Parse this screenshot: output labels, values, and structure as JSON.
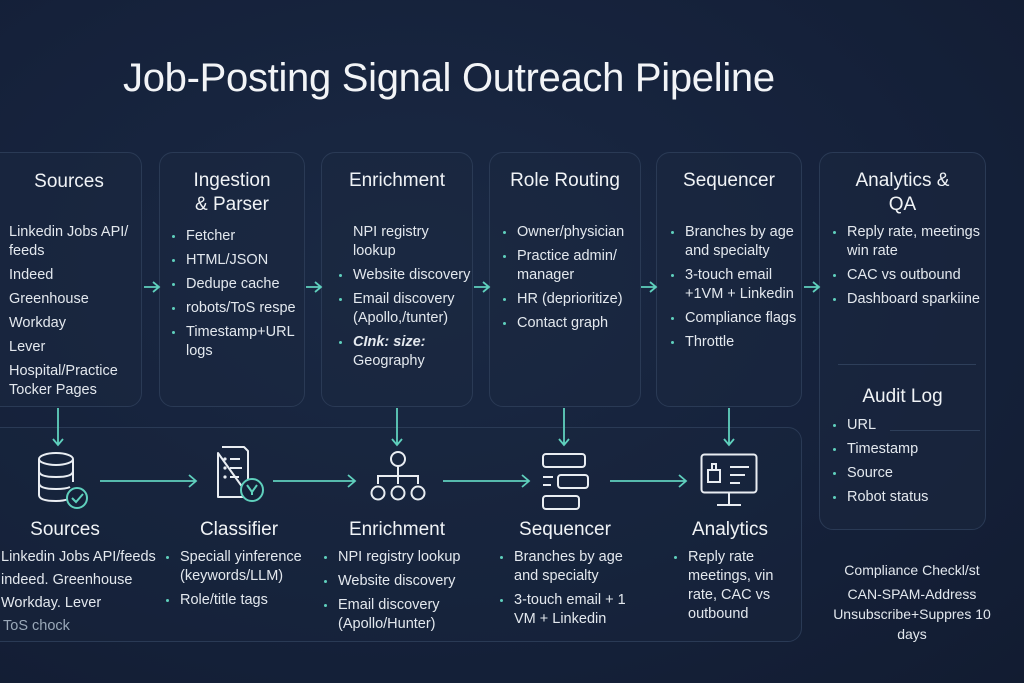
{
  "title": "Job-Posting Signal Outreach Pipeline",
  "accent_color": "#5fd0bd",
  "top_stages": [
    {
      "title": "Sources",
      "items": [
        "Linkedin Jobs API/ feeds",
        "Indeed",
        "Greenhouse",
        "Workday",
        "Lever",
        "Hospital/Practice Tocker Pages"
      ]
    },
    {
      "title_line1": "Ingestion",
      "title_line2": "& Parser",
      "items": [
        "Fetcher",
        "HTML/JSON",
        "Dedupe cache",
        "robots/ToS respe",
        "Timestamp+URL logs"
      ]
    },
    {
      "title": "Enrichment",
      "items": [
        "NPI registry lookup",
        "Website discovery",
        "Email discovery (Apollo,/tunter)",
        "Geography"
      ],
      "italic_prefix": "CInk: size:"
    },
    {
      "title": "Role Routing",
      "items": [
        "Owner/physician",
        "Practice admin/ manager",
        "HR (deprioritize)",
        "Contact graph"
      ]
    },
    {
      "title": "Sequencer",
      "items": [
        "Branches by age and specialty",
        "3-touch email +1VM + Linkedin",
        "Compliance flags",
        "Throttle"
      ]
    },
    {
      "title_line1": "Analytics &",
      "title_line2": "QA",
      "items": [
        "Reply rate, meetings win rate",
        "CAC vs outbound",
        "Dashboard sparkiine"
      ]
    }
  ],
  "audit_log": {
    "title": "Audit Log",
    "items": [
      "URL",
      "Timestamp",
      "Source",
      "Robot status"
    ]
  },
  "lower_nodes": [
    {
      "title": "Sources",
      "icon": "database-check-icon",
      "items": [
        "Linkedin Jobs API/feeds",
        "indeed. Greenhouse",
        "Workday. Lever"
      ],
      "muted": "ToS chock"
    },
    {
      "title": "Classifier",
      "icon": "document-list-icon",
      "items": [
        "Speciall yinference (keywords/LLM)",
        "Role/title tags"
      ]
    },
    {
      "title": "Enrichment",
      "icon": "hierarchy-icon",
      "items": [
        "NPI registry lookup",
        "Website discovery",
        "Email discovery (Apollo/Hunter)"
      ]
    },
    {
      "title": "Sequencer",
      "icon": "sequence-blocks-icon",
      "items": [
        "Branches by age and specialty",
        "3-touch email + 1 VM + Linkedin"
      ]
    },
    {
      "title": "Analytics",
      "icon": "monitor-dashboard-icon",
      "items": [
        "Reply rate meetings, vin rate, CAC vs outbound"
      ]
    }
  ],
  "compliance": {
    "title": "Compliance Checkl/st",
    "line1": "CAN-SPAM-Address",
    "line2": "Unsubscribe+Suppres 10",
    "line3": "days"
  }
}
